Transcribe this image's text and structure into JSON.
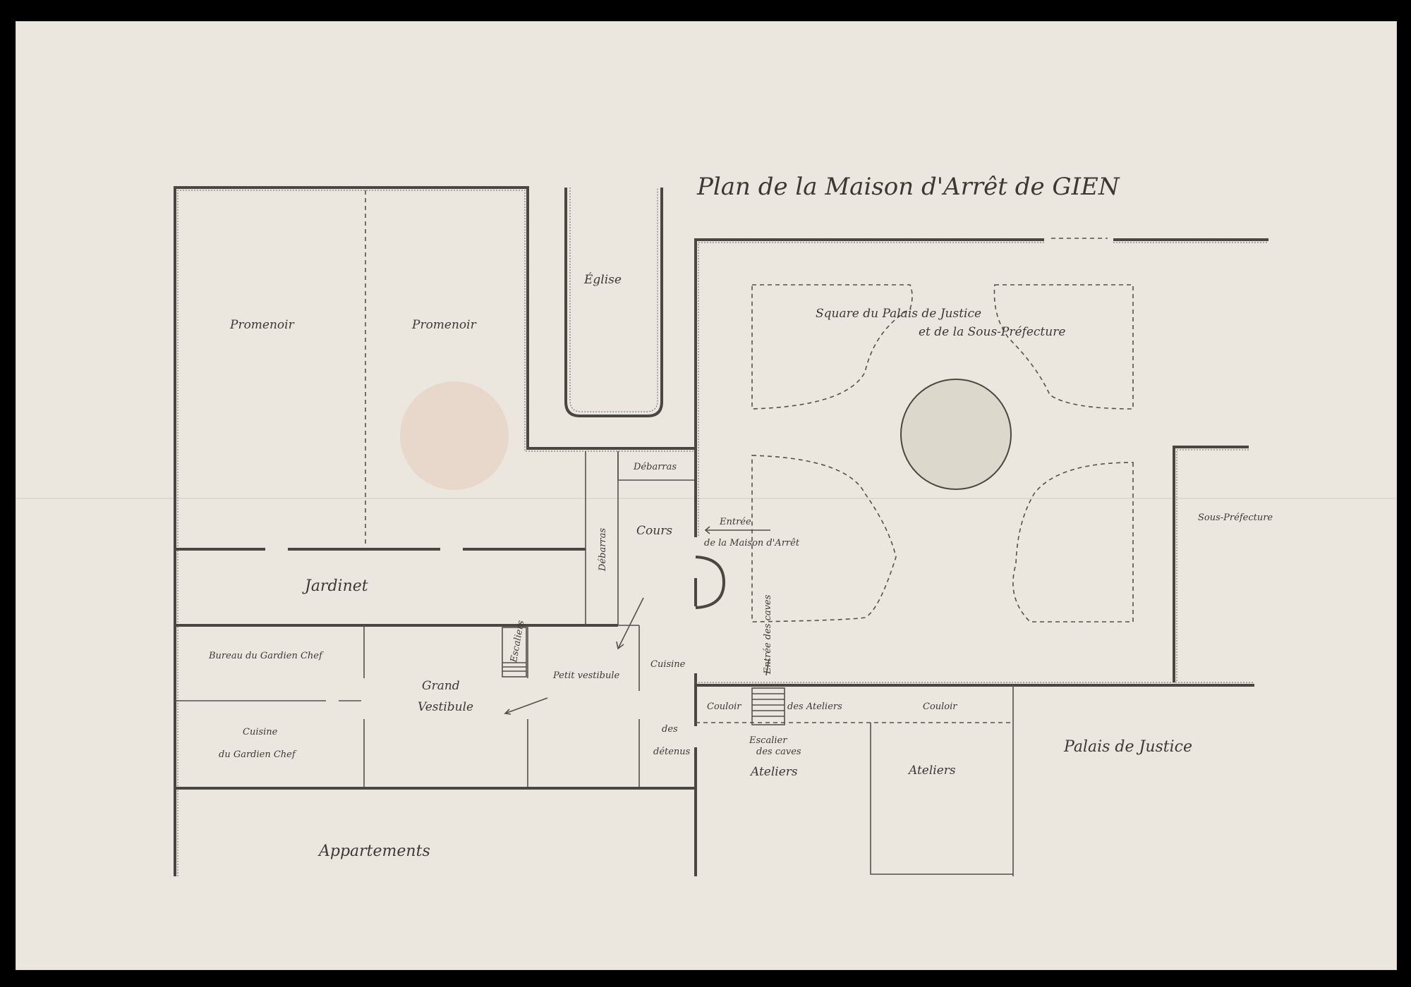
{
  "title": "Plan de la Maison d'Arrêt de GIEN",
  "labels": {
    "promenoir_1": "Promenoir",
    "promenoir_2": "Promenoir",
    "eglise": "Église",
    "square_1": "Square du Palais de Justice",
    "square_2": "et de la Sous-Préfecture",
    "debarras_top": "Débarras",
    "debarras_side": "Débarras",
    "cours": "Cours",
    "entree_1": "Entrée",
    "entree_2": "de la Maison d'Arrêt",
    "sous_prefecture": "Sous-Préfecture",
    "jardinet": "Jardinet",
    "bureau": "Bureau du Gardien Chef",
    "grand_1": "Grand",
    "grand_2": "Vestibule",
    "escaliers": "Escaliers",
    "petit_vestibule": "Petit vestibule",
    "cuisine": "Cuisine",
    "cuisine_gc_1": "Cuisine",
    "cuisine_gc_2": "du Gardien Chef",
    "des": "des",
    "detenus": "détenus",
    "couloir_1": "Couloir",
    "des_ateliers": "des Ateliers",
    "couloir_2": "Couloir",
    "entree_caves": "Entrée des caves",
    "escalier_1": "Escalier",
    "escalier_2": "des caves",
    "ateliers_1": "Ateliers",
    "ateliers_2": "Ateliers",
    "palais": "Palais de Justice",
    "appartements": "Appartements"
  }
}
